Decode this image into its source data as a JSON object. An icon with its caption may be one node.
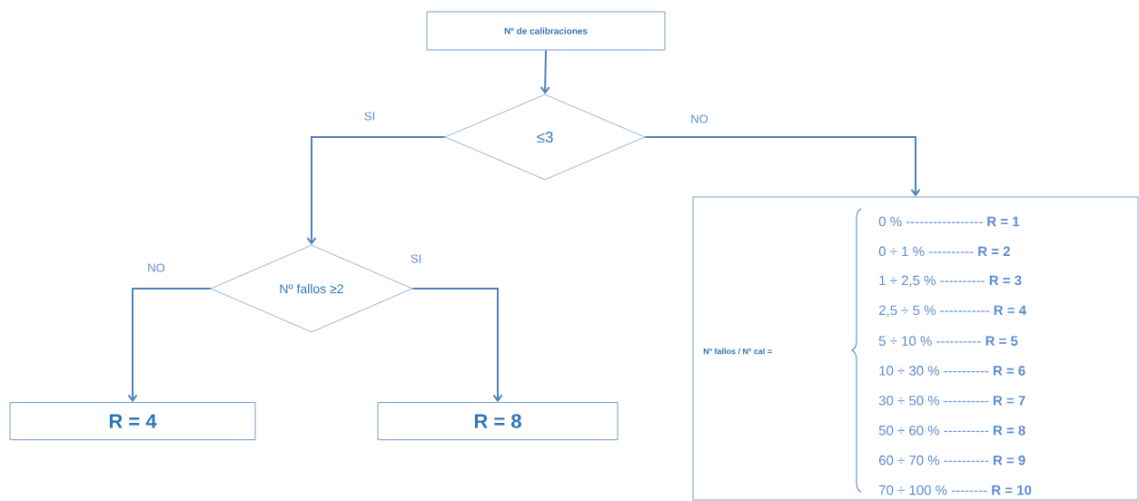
{
  "diagram": {
    "nodes": [
      {
        "text": [
          "Nº de calibraciones"
        ]
      },
      {
        "text": [
          "≤3"
        ]
      },
      {
        "text": [
          "Nº fallos ≥2"
        ]
      },
      {
        "text": [
          "R = 4"
        ]
      },
      {
        "text": [
          "R = 8"
        ]
      },
      {
        "text": [
          "Nº fallos / Nº cal =",
          "0 %  ----------------- **R = 1**",
          "0 ÷ 1 % ---------- **R = 2**",
          "1 ÷ 2,5 % ---------- **R = 3**",
          "2,5 ÷ 5 % ----------- **R = 4**",
          "5 ÷ 10 % ---------- **R = 5**",
          "10 ÷ 30 % ---------- **R = 6**",
          "30 ÷ 50 % ---------- **R = 7**",
          "50 ÷ 60 % ---------- **R = 8**",
          "60 ÷ 70 % ---------- **R = 9**",
          "70 ÷ 100 % -------- **R = 10**"
        ]
      }
    ],
    "edges": [
      {
        "from": 0,
        "to": 1,
        "arrow": "to"
      },
      {
        "from": 1,
        "to": 2,
        "arrow": "to",
        "label": "SI"
      },
      {
        "from": 1,
        "to": 5,
        "arrow": "to",
        "label": "NO"
      },
      {
        "from": 2,
        "to": 3,
        "arrow": "to",
        "label": "NO"
      },
      {
        "from": 2,
        "to": 4,
        "arrow": "to",
        "label": "SI"
      }
    ]
  }
}
